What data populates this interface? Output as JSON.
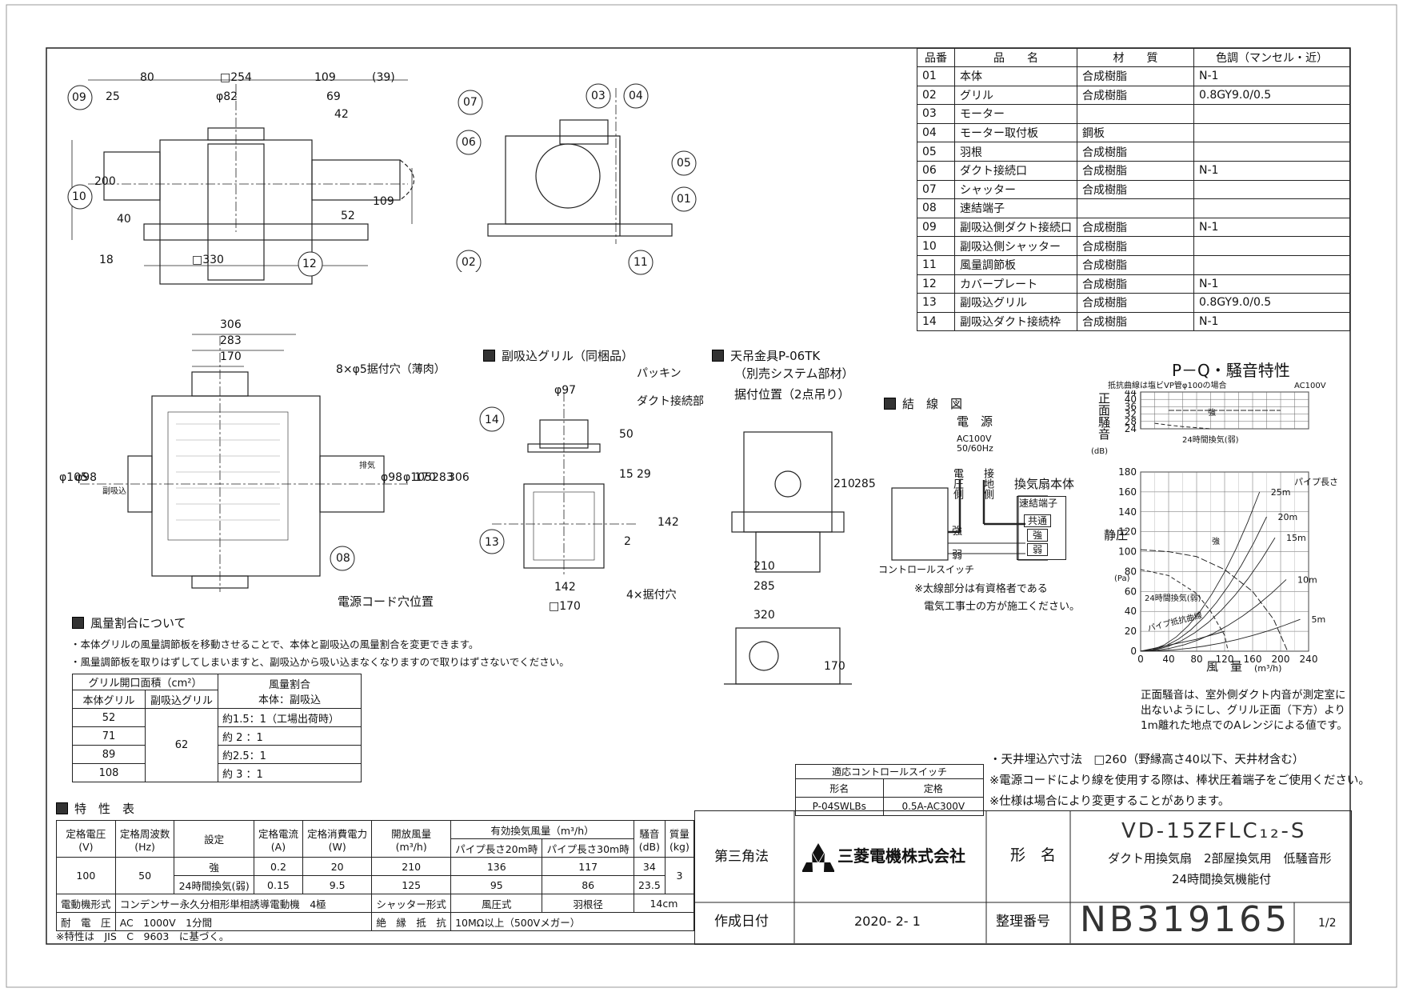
{
  "parts_table": {
    "headers": [
      "品番",
      "品　　名",
      "材　　質",
      "色調（マンセル・近）"
    ],
    "rows": [
      [
        "01",
        "本体",
        "合成樹脂",
        "N-1"
      ],
      [
        "02",
        "グリル",
        "合成樹脂",
        "0.8GY9.0/0.5"
      ],
      [
        "03",
        "モーター",
        "",
        ""
      ],
      [
        "04",
        "モーター取付板",
        "鋼板",
        ""
      ],
      [
        "05",
        "羽根",
        "合成樹脂",
        ""
      ],
      [
        "06",
        "ダクト接続口",
        "合成樹脂",
        "N-1"
      ],
      [
        "07",
        "シャッター",
        "合成樹脂",
        ""
      ],
      [
        "08",
        "速結端子",
        "",
        ""
      ],
      [
        "09",
        "副吸込側ダクト接続口",
        "合成樹脂",
        "N-1"
      ],
      [
        "10",
        "副吸込側シャッター",
        "合成樹脂",
        ""
      ],
      [
        "11",
        "風量調節板",
        "合成樹脂",
        ""
      ],
      [
        "12",
        "カバープレート",
        "合成樹脂",
        "N-1"
      ],
      [
        "13",
        "副吸込グリル",
        "合成樹脂",
        "0.8GY9.0/0.5"
      ],
      [
        "14",
        "副吸込ダクト接続枠",
        "合成樹脂",
        "N-1"
      ]
    ]
  },
  "side_view": {
    "dims": [
      "80",
      "□254",
      "109",
      "(39)",
      "25",
      "φ82",
      "69",
      "42",
      "200",
      "40",
      "52",
      "109",
      "18",
      "□330"
    ],
    "callouts": [
      "09",
      "10",
      "12"
    ]
  },
  "section_view": {
    "callouts": [
      "07",
      "03",
      "04",
      "06",
      "05",
      "01",
      "02",
      "11"
    ]
  },
  "plan_view": {
    "dims": [
      "306",
      "283",
      "170",
      "φ105",
      "φ98",
      "φ98",
      "φ105",
      "170",
      "283",
      "306"
    ],
    "hole_label": "8×φ5据付穴（薄肉）",
    "inlet_label": "副吸込",
    "exhaust_label": "排気",
    "cord_label": "電源コード穴位置",
    "callout": "08"
  },
  "sub_grille": {
    "title": "副吸込グリル（同梱品）",
    "packing": "パッキン",
    "duct": "ダクト接続部",
    "dims": [
      "φ97",
      "50",
      "15",
      "29",
      "142",
      "2",
      "142",
      "□170"
    ],
    "holes": "4×据付穴",
    "callouts": [
      "14",
      "13"
    ]
  },
  "hanger": {
    "title": "天吊金具P-06TK",
    "sub": "（別売システム部材）",
    "pos": "据付位置（2点吊り）",
    "dims": [
      "210",
      "285",
      "210",
      "285",
      "320",
      "170"
    ]
  },
  "wiring": {
    "title": "結　線　図",
    "power": "電　源",
    "ac": "AC100V",
    "hz": "50/60Hz",
    "live": "電圧側",
    "ground": "接地側",
    "body": "換気扇本体",
    "terminal": "速結端子",
    "terms": [
      "共通",
      "強",
      "弱"
    ],
    "strong": "強",
    "weak": "弱",
    "switch": "コントロールスイッチ",
    "note1": "※太線部分は有資格者である",
    "note2": "電気工事士の方が施工ください。"
  },
  "chart_data": {
    "type": "line",
    "title": "P－Q・騒音特性",
    "condition": "抵抗曲線は塩ビVP管φ100の場合",
    "voltage": "AC100V",
    "noise": {
      "ylabel": "正面騒音",
      "yunit": "(dB)",
      "ylim": [
        24,
        44
      ],
      "yticks": [
        "44",
        "40",
        "36",
        "32",
        "28",
        "24"
      ],
      "series": [
        {
          "name": "強",
          "x": [
            40,
            80,
            120,
            160,
            200
          ],
          "y": [
            34,
            34,
            34,
            34,
            34
          ]
        },
        {
          "name": "24時間換気(弱)",
          "x": [
            20,
            40,
            60,
            80,
            100
          ],
          "y": [
            27,
            26,
            25.2,
            24.6,
            24
          ]
        }
      ]
    },
    "pq": {
      "ylabel": "静圧",
      "yunit": "(Pa)",
      "xlabel": "風　量",
      "xunit": "(m³/h)",
      "xlim": [
        0,
        240
      ],
      "ylim": [
        0,
        180
      ],
      "xticks": [
        "0",
        "40",
        "80",
        "120",
        "160",
        "200",
        "240"
      ],
      "yticks": [
        "180",
        "160",
        "140",
        "120",
        "100",
        "80",
        "60",
        "40",
        "20",
        "0"
      ],
      "series": [
        {
          "name": "強",
          "x": [
            0,
            40,
            80,
            120,
            160,
            190,
            210
          ],
          "y": [
            102,
            100,
            95,
            82,
            60,
            32,
            0
          ]
        },
        {
          "name": "24時間換気(弱)",
          "x": [
            0,
            40,
            80,
            100,
            120,
            125
          ],
          "y": [
            82,
            76,
            58,
            40,
            16,
            0
          ]
        },
        {
          "name": "パイプ抵抗曲線",
          "x": [
            0,
            40,
            80,
            120
          ],
          "y": [
            0,
            6,
            12,
            20
          ]
        }
      ],
      "pipe_label": "パイプ長さ",
      "pipe_lengths": [
        "25m",
        "20m",
        "15m",
        "10m",
        "5m"
      ],
      "strong_label": "強",
      "weak_label": "24時間換気(弱)",
      "resist_label": "パイプ抵抗曲線"
    },
    "note": [
      "正面騒音は、室外側ダクト内音が測定室に",
      "出ないようにし、グリル正面（下方）より",
      "1m離れた地点でのAレンジによる値です。"
    ]
  },
  "airflow": {
    "title": "風量割合について",
    "note1": "・本体グリルの風量調節板を移動させることで、本体と副吸込の風量割合を変更できます。",
    "note2": "・風量調節板を取りはずしてしまいますと、副吸込から吸い込まなくなりますので取りはずさないでください。",
    "head1": "グリル開口面積（cm²）",
    "head2": "風量割合",
    "sub1": "本体グリル",
    "sub2": "副吸込グリル",
    "sub3": "本体：副吸込",
    "rows": [
      [
        "52",
        "約1.5：1（工場出荷時）"
      ],
      [
        "71",
        "約 2 ：1"
      ],
      [
        "89",
        "約2.5：1"
      ],
      [
        "108",
        "約 3 ：1"
      ]
    ],
    "sub_value": "62"
  },
  "specs": {
    "title": "特　性　表",
    "headers": {
      "voltage": "定格電圧",
      "voltage_u": "(V)",
      "freq": "定格周波数",
      "freq_u": "(Hz)",
      "setting": "設定",
      "current": "定格電流",
      "current_u": "(A)",
      "power": "定格消費電力",
      "power_u": "(W)",
      "open": "開放風量",
      "open_u": "(m³/h)",
      "effective": "有効換気風量（m³/h）",
      "p20": "パイプ長さ20m時",
      "p30": "パイプ長さ30m時",
      "noise": "騒音",
      "noise_u": "(dB)",
      "mass": "質量",
      "mass_u": "(kg)"
    },
    "voltage": "100",
    "freq": "50",
    "mass": "3",
    "rows": [
      [
        "強",
        "0.2",
        "20",
        "210",
        "136",
        "117",
        "34"
      ],
      [
        "24時間換気(弱)",
        "0.15",
        "9.5",
        "125",
        "95",
        "86",
        "23.5"
      ]
    ],
    "motor_label": "電動機形式",
    "motor_value": "コンデンサー永久分相形単相誘導電動機　4極",
    "shutter_label": "シャッター形式",
    "shutter_value": "風圧式",
    "blade_label": "羽根径",
    "blade_value": "14cm",
    "withstand_label": "耐　電　圧",
    "withstand_value": "AC　1000V　1分間",
    "insulation_label": "絶　縁　抵　抗",
    "insulation_value": "10MΩ以上（500Vメガー）",
    "footnote": "※特性は　JIS　C　9603　に基づく。"
  },
  "switch_table": {
    "title": "適応コントロールスイッチ",
    "col1": "形名",
    "col2": "定格",
    "model": "P-04SWLBs",
    "rating": "0.5A-AC300V"
  },
  "notes": [
    "・天井埋込穴寸法　□260（野縁高さ40以下、天井材含む）",
    "※電源コードにより線を使用する際は、棒状圧着端子をご使用ください。",
    "※仕様は場合により変更することがあります。"
  ],
  "title_block": {
    "projection": "第三角法",
    "company": "三菱電機株式会社",
    "model_label": "形　名",
    "model": "VD-15ZFLC₁₂-S",
    "desc1": "ダクト用換気扇　2部屋換気用　低騒音形",
    "desc2": "24時間換気機能付",
    "date_label": "作成日付",
    "date": "2020- 2- 1",
    "number_label": "整理番号",
    "number": "NB319165",
    "page": "1/2"
  },
  "colors": {
    "line": "#222222",
    "logo": "#111111"
  }
}
